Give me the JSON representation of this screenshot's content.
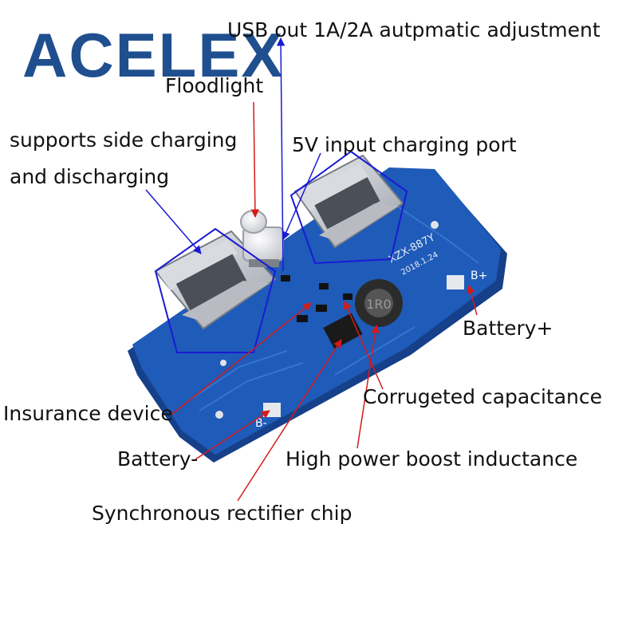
{
  "logo": {
    "text": "ACELEX",
    "color": "#1f4f8f"
  },
  "board": {
    "model": "XZX-887Y",
    "date": "2018.1.24",
    "pad_positive": "B+",
    "pad_negative": "B-",
    "inductor_marking": "1R0",
    "colors": {
      "pcb": "#1f5bb8",
      "pcb_edge": "#16408a",
      "usb_metal": "#c9ccd1",
      "inductor": "#2b2b2b"
    }
  },
  "labels": {
    "usb_out": "USB out 1A/2A autpmatic adjustment",
    "floodlight": "Floodlight",
    "side_charge_1": "supports side charging",
    "side_charge_2": "and discharging",
    "input_port": "5V input charging port",
    "battery_pos": "Battery+",
    "capacitance": "Corrugeted capacitance",
    "insurance": "Insurance device",
    "battery_neg": "Battery-",
    "inductance": "High power boost inductance",
    "rectifier": "Synchronous rectifier chip"
  },
  "annotation_colors": {
    "blue": "#1a1ad6",
    "red": "#d61a1a"
  }
}
